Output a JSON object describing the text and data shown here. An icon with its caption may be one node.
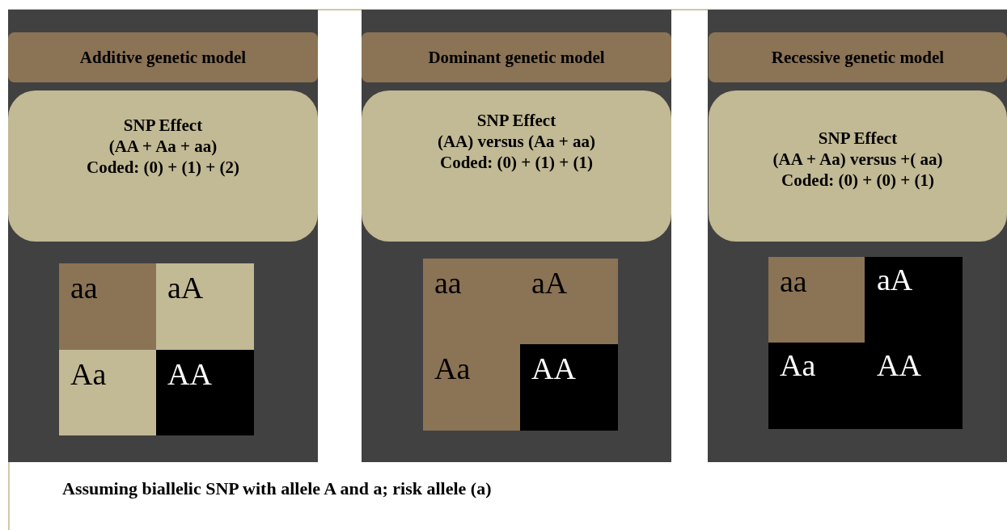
{
  "diagram": {
    "caption": "Assuming biallelic SNP with allele A and a; risk allele (a)",
    "nodes": [
      {
        "text": [],
        "shape": "box"
      },
      {
        "text": [
          "Additive genetic model"
        ],
        "in": 0
      },
      {
        "text": [
          "SNP Effect",
          "(AA + Aa + aa)",
          "Coded: (0) + (1) + (2)"
        ],
        "in": 0
      },
      {
        "text": [
          "aa"
        ],
        "in": 0
      },
      {
        "text": [
          "aA"
        ],
        "in": 0
      },
      {
        "text": [
          "Aa"
        ],
        "in": 0
      },
      {
        "text": [
          "AA"
        ],
        "in": 0
      },
      {
        "text": [],
        "shape": "box"
      },
      {
        "text": [
          "Dominant genetic model"
        ],
        "in": 7
      },
      {
        "text": [
          "SNP Effect",
          "(AA) versus (Aa + aa)",
          "Coded: (0) + (1) + (1)"
        ],
        "in": 7
      },
      {
        "text": [
          "aa",
          "aA"
        ],
        "in": 7
      },
      {
        "text": [
          "Aa"
        ],
        "in": 7
      },
      {
        "text": [
          "AA"
        ],
        "in": 7
      },
      {
        "text": [],
        "shape": "box"
      },
      {
        "text": [
          "Recessive genetic model"
        ],
        "in": 13
      },
      {
        "text": [
          "SNP Effect",
          "(AA + Aa) versus +( aa)",
          "Coded: (0) + (0) + (1)"
        ],
        "in": 13
      },
      {
        "text": [
          "aa"
        ],
        "in": 13
      },
      {
        "text": [
          "aA",
          "Aa",
          "AA"
        ],
        "in": 13
      }
    ]
  }
}
